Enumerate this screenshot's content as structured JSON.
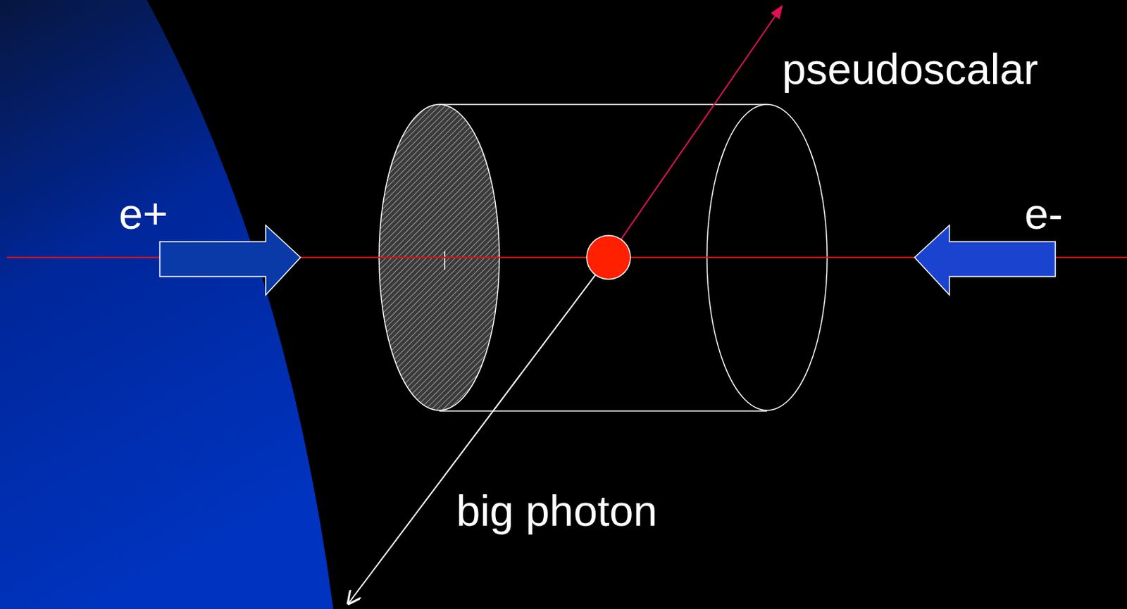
{
  "diagram": {
    "labels": [
      "pseudoscalar",
      "e+",
      "e-",
      "big photon"
    ]
  }
}
